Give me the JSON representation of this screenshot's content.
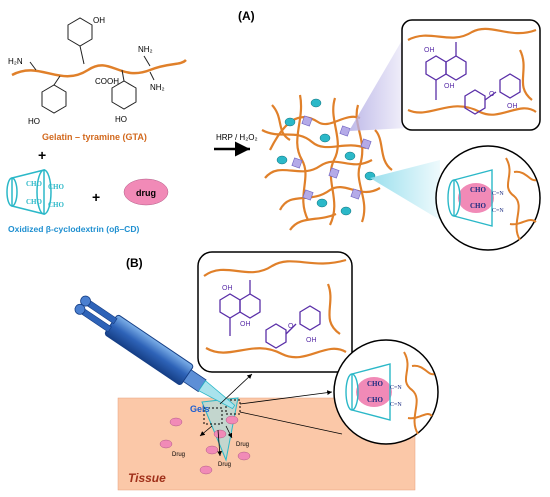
{
  "panel_a": {
    "label": "(A)",
    "gta": {
      "name": "Gelatin – tyramine (GTA)",
      "oh": "OH",
      "h2n": "H₂N",
      "nh2": "NH₂",
      "cooh": "COOH",
      "ho": "HO"
    },
    "plus": "+",
    "cyclodextrin": {
      "name": "Oxidized β-cyclodextrin (oβ–CD)",
      "cho": "CHO"
    },
    "drug": "drug",
    "reaction": "HRP / H₂O₂",
    "zoom_top": {
      "oh": "OH",
      "o": "O"
    },
    "zoom_bottom": {
      "cho": "CHO",
      "ceq": "C=N"
    }
  },
  "panel_b": {
    "label": "(B)",
    "gels": "Gels",
    "drug_small": "Drug",
    "tissue": "Tissue",
    "zoom_top": {
      "oh": "OH",
      "o": "O"
    },
    "zoom_right": {
      "cho": "CHO",
      "ceq": "C=N"
    }
  },
  "colors": {
    "chain": "#e0802a",
    "crosslink": "#5a2fa8",
    "cd": "#2bb8c8",
    "drug": "#f18ab7",
    "gta_label": "#d2691e",
    "cd_label": "#1e8fd0",
    "tissue": "#fbc8a8",
    "syringe": "#2e63b8"
  }
}
